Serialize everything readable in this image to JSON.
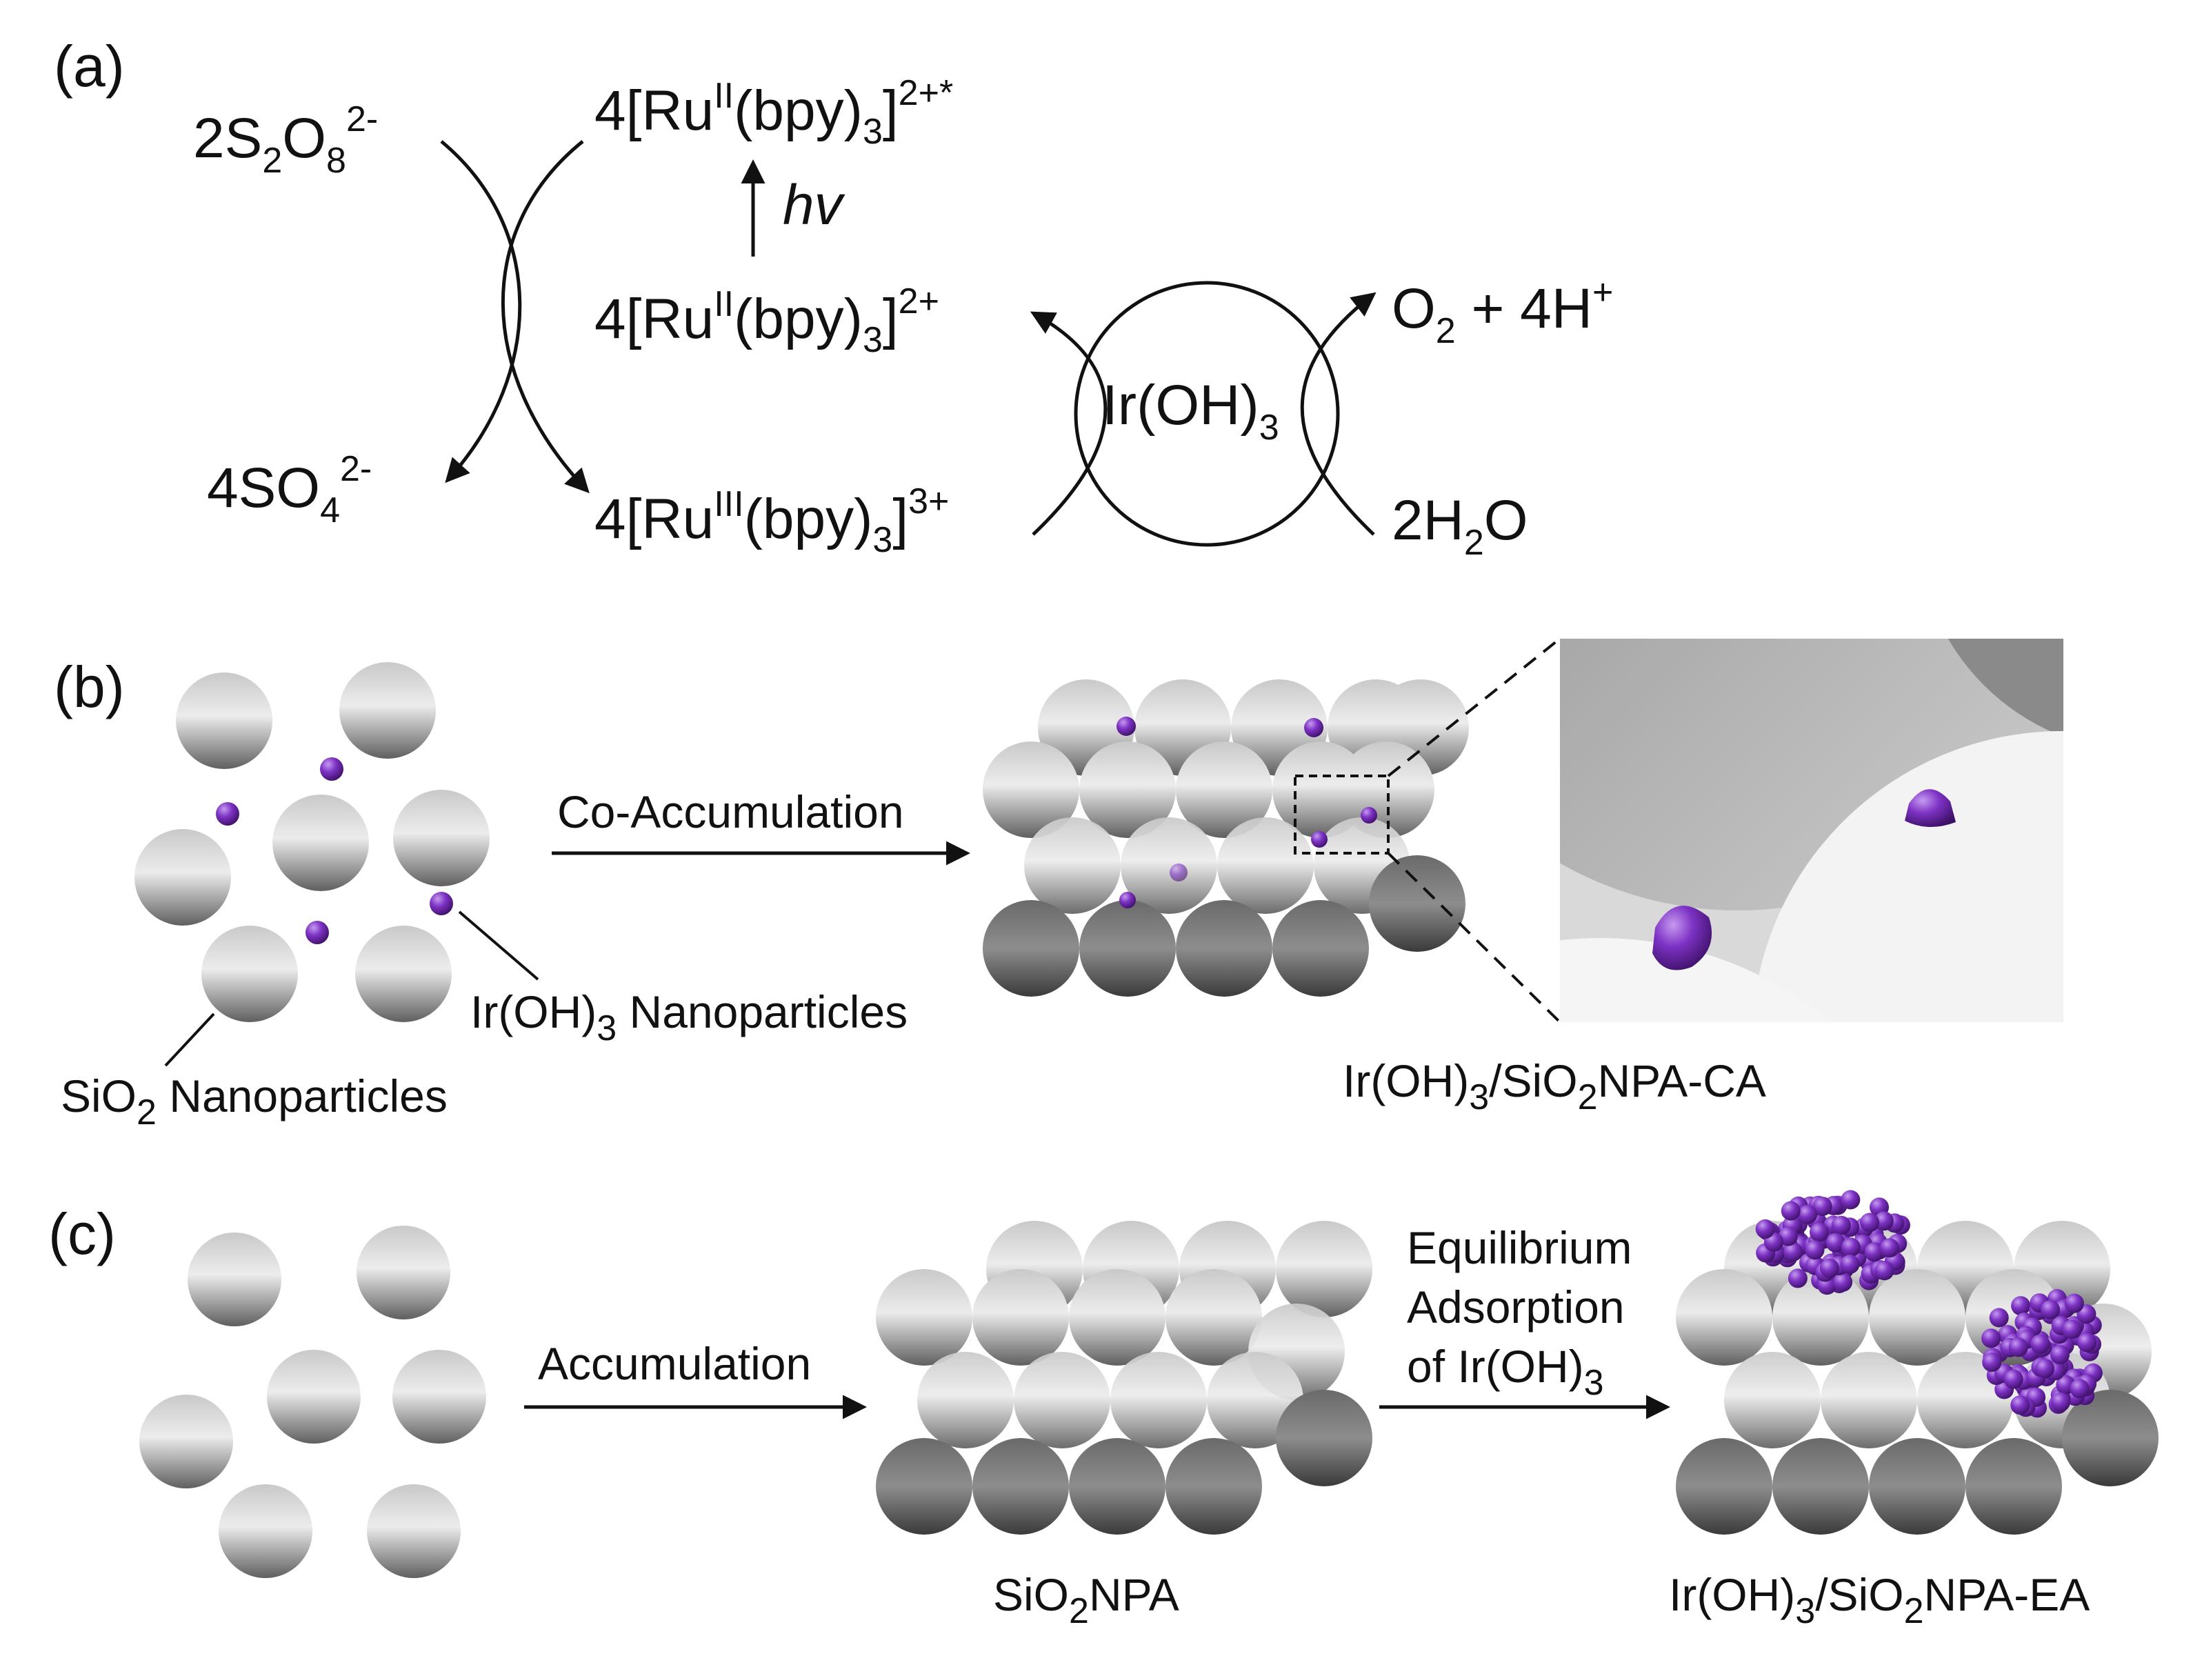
{
  "panel_a": {
    "label": "(a)",
    "persulfate": {
      "a": "2S",
      "b": "2",
      "c": "O",
      "d": "8",
      "e": "2-"
    },
    "sulfate": {
      "a": "4SO",
      "b": "4",
      "c": "2-"
    },
    "ru_excited": {
      "a": "4[Ru",
      "b": "II",
      "c": "(bpy)",
      "d": "3",
      "e": "]",
      "f": "2+*"
    },
    "light": "hv",
    "ru_ground": {
      "a": "4[Ru",
      "b": "II",
      "c": "(bpy)",
      "d": "3",
      "e": "]",
      "f": "2+"
    },
    "ru_oxidized": {
      "a": "4[Ru",
      "b": "III",
      "c": "(bpy)",
      "d": "3",
      "e": "]",
      "f": "3+"
    },
    "catalyst": {
      "a": "Ir(OH)",
      "b": "3"
    },
    "oxygen": {
      "a": "O",
      "b": "2",
      "c": " + 4H",
      "d": "+"
    },
    "water": {
      "a": "2H",
      "b": "2",
      "c": "O"
    }
  },
  "panel_b": {
    "label": "(b)",
    "arrow_label": "Co-Accumulation",
    "ir_np": {
      "a": "Ir(OH)",
      "b": "3",
      "c": " Nanoparticles"
    },
    "sio2_np": {
      "a": "SiO",
      "b": "2",
      "c": " Nanoparticles"
    },
    "product": {
      "a": "Ir(OH)",
      "b": "3",
      "c": "/SiO",
      "d": "2",
      "e": "NPA-CA"
    }
  },
  "panel_c": {
    "label": "(c)",
    "arrow1_label": "Accumulation",
    "intermediate": {
      "a": "SiO",
      "b": "2",
      "c": "NPA"
    },
    "arrow2_line1": "Equilibrium",
    "arrow2_line2": "Adsorption",
    "arrow2_line3": {
      "a": "of Ir(OH)",
      "b": "3"
    },
    "product": {
      "a": "Ir(OH)",
      "b": "3",
      "c": "/SiO",
      "d": "2",
      "e": "NPA-EA"
    }
  },
  "colors": {
    "silica": "#b8b8b8",
    "iridium": "#7a2fc0",
    "ink": "#111111"
  }
}
